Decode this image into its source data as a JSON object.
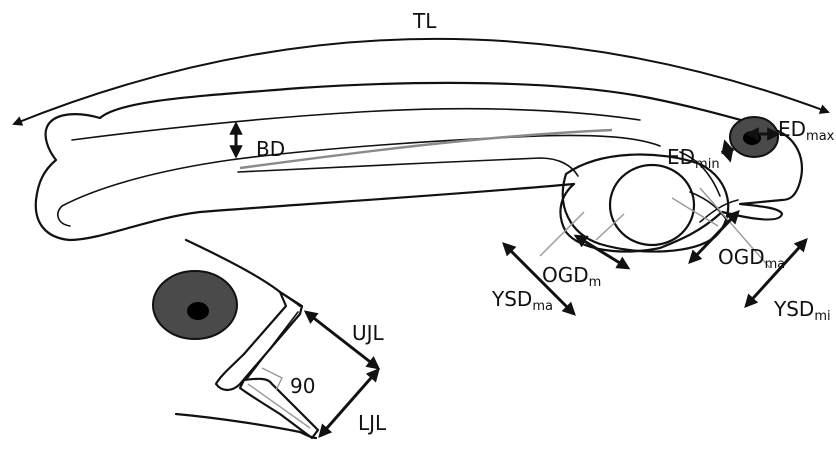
{
  "labels": {
    "tl": "TL",
    "bd": "BD",
    "ed_min": {
      "main": "ED",
      "sub": "min"
    },
    "ed_max": {
      "main": "ED",
      "sub": "max"
    },
    "ogd_min": {
      "main": "OGD",
      "sub": "m"
    },
    "ogd_max": {
      "main": "OGD",
      "sub": "ma"
    },
    "ysd_max": {
      "main": "YSD",
      "sub": "ma"
    },
    "ysd_min": {
      "main": "YSD",
      "sub": "mi"
    },
    "ujl": "UJL",
    "ljl": "LJL",
    "angle": "90"
  },
  "colors": {
    "outline": "#111111",
    "eye_outer": "#4a4a4a",
    "eye_pupil": "#000000",
    "notochord": "#8a8a8a",
    "guide_lines": "#9a9a9a"
  }
}
